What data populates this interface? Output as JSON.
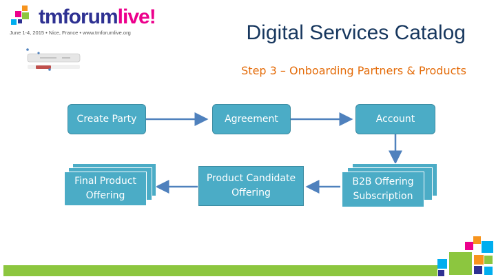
{
  "header": {
    "logo_text_tm": "tm",
    "logo_text_forum": "forum",
    "logo_text_live": "live!",
    "logo_sub": "June 1-4, 2015 • Nice, France • www.tmforumlive.org",
    "title": "Digital Services Catalog",
    "subtitle": "Step 3 – Onboarding Partners & Products"
  },
  "diagram": {
    "nodes": [
      {
        "id": "create-party",
        "label": "Create Party"
      },
      {
        "id": "agreement",
        "label": "Agreement"
      },
      {
        "id": "account",
        "label": "Account"
      },
      {
        "id": "final-product-offering",
        "label": "Final Product Offering"
      },
      {
        "id": "product-candidate-offering",
        "label": "Product Candidate Offering"
      },
      {
        "id": "b2b-offering-subscription",
        "label": "B2B Offering Subscription"
      }
    ],
    "edges": [
      {
        "from": "create-party",
        "to": "agreement"
      },
      {
        "from": "agreement",
        "to": "account"
      },
      {
        "from": "account",
        "to": "b2b-offering-subscription"
      },
      {
        "from": "b2b-offering-subscription",
        "to": "product-candidate-offering"
      },
      {
        "from": "product-candidate-offering",
        "to": "final-product-offering"
      }
    ]
  },
  "colors": {
    "box_fill": "#4bacc6",
    "arrow": "#4f81bd",
    "title": "#17375e",
    "subtitle": "#e46c0a",
    "footer": "#8cc63f"
  }
}
